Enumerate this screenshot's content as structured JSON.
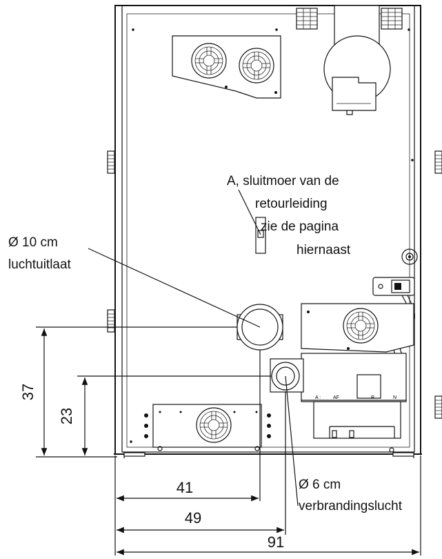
{
  "annotations": {
    "nut_label": {
      "line1": "A, sluitmoer van de",
      "line2": "retourleiding",
      "line3": "zie de pagina",
      "line4": "hiernaast"
    },
    "exhaust_label": {
      "line1": "Ø 10 cm",
      "line2": "luchtuitlaat"
    },
    "intake_label": {
      "line1": "Ø 6 cm",
      "line2": "verbrandingslucht"
    },
    "terminal_labels": [
      "A :",
      "AF",
      "R",
      "N"
    ]
  },
  "dimensions": {
    "exhaust_height": "37",
    "intake_height": "23",
    "exhaust_offset": "41",
    "intake_offset": "49",
    "total_width": "91"
  }
}
